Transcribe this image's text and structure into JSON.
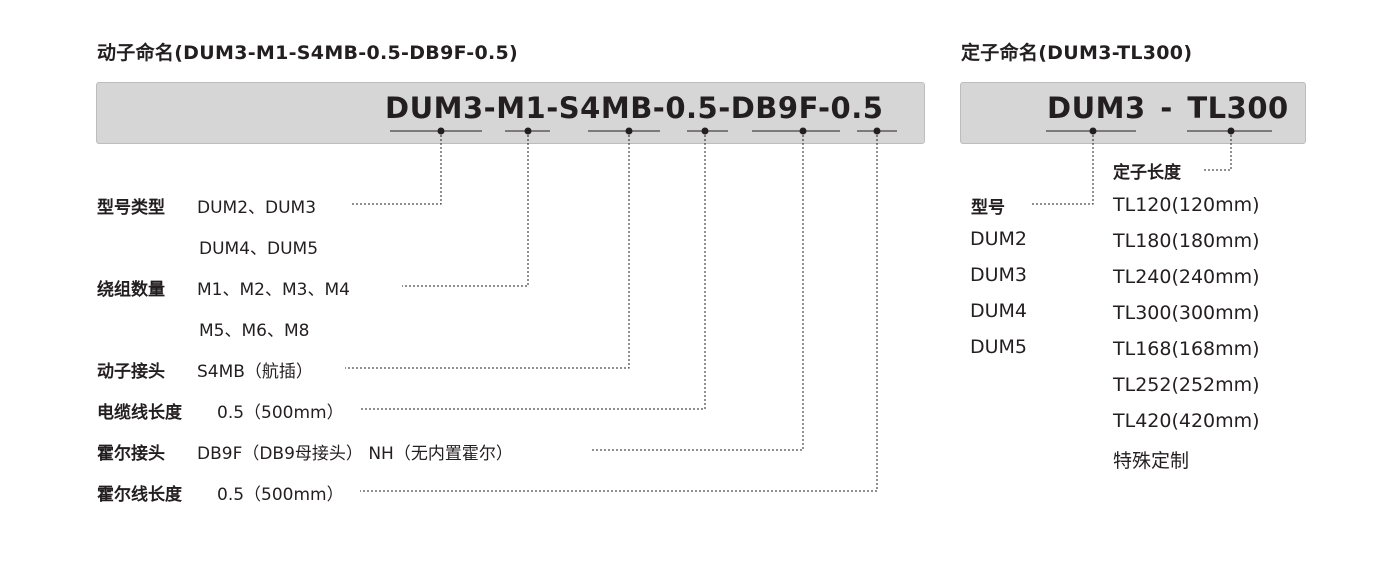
{
  "mover": {
    "title": "动子命名(DUM3-M1-S4MB-0.5-DB9F-0.5)",
    "code": "DUM3-M1-S4MB-0.5-DB9F-0.5",
    "rows": [
      {
        "label": "型号类型",
        "value": "DUM2、DUM3"
      },
      {
        "label": "",
        "value": "DUM4、DUM5"
      },
      {
        "label": "绕组数量",
        "value": "M1、M2、M3、M4"
      },
      {
        "label": "",
        "value": "M5、M6、M8"
      },
      {
        "label": "动子接头",
        "value": "S4MB（航插）"
      },
      {
        "label": "电缆线长度",
        "value": "0.5（500mm）"
      },
      {
        "label": "霍尔接头",
        "value": "DB9F（DB9母接头） NH（无内置霍尔）"
      },
      {
        "label": "霍尔线长度",
        "value": "0.5（500mm）"
      }
    ]
  },
  "stator": {
    "title": "定子命名(DUM3-TL300)",
    "code": "DUM3 - TL300",
    "model_label": "型号",
    "models": [
      "DUM2",
      "DUM3",
      "DUM4",
      "DUM5"
    ],
    "length_label": "定子长度",
    "lengths": [
      "TL120(120mm)",
      "TL180(180mm)",
      "TL240(240mm)",
      "TL300(300mm)",
      "TL168(168mm)",
      "TL252(252mm)",
      "TL420(420mm)",
      "特殊定制"
    ]
  },
  "colors": {
    "box_fill": "#d6d6d6",
    "text": "#231f20",
    "line": "#231f20"
  }
}
